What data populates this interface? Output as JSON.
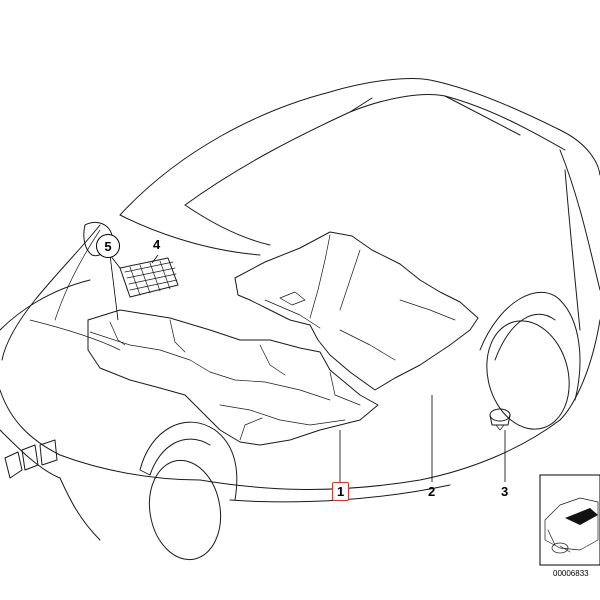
{
  "diagram": {
    "callouts": {
      "part1": "1",
      "part2": "2",
      "part3": "3",
      "part4": "4",
      "part5": "5"
    },
    "diagram_id": "00006833",
    "highlight_color": "#d9341f"
  }
}
